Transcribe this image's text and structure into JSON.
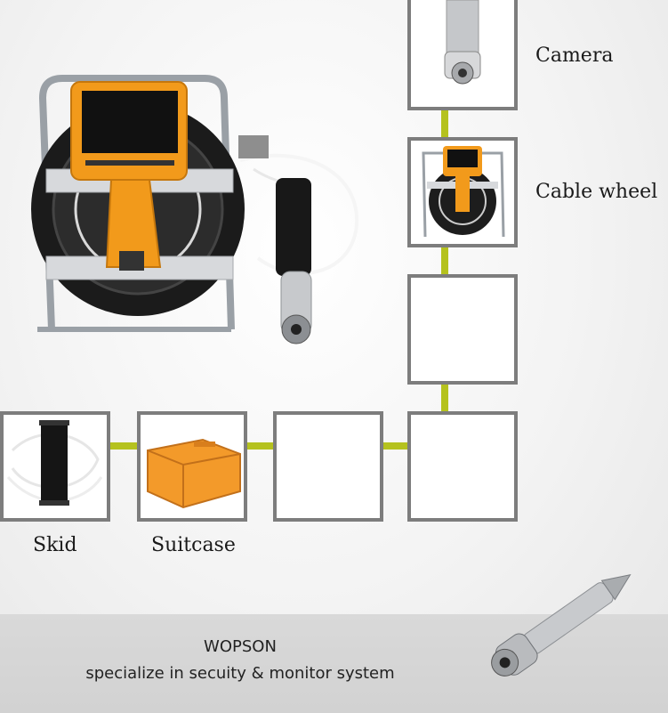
{
  "labels": {
    "camera": "Camera",
    "cable_wheel": "Cable wheel",
    "skid": "Skid",
    "suitcase": "Suitcase"
  },
  "footer": {
    "brand": "WOPSON",
    "tagline": "specialize in secuity & monitor system"
  },
  "colors": {
    "tile_border": "#7d7d7d",
    "connector": "#b5c21e",
    "device_orange": "#f29a1b",
    "suitcase_orange": "#f39a2a",
    "footer_bg": "#d5d5d5"
  },
  "icons": {
    "main_product": "pipe-inspection-reel-photo",
    "camera_head": "camera-head-photo",
    "cable_wheel": "cable-reel-photo",
    "skid": "skid-photo",
    "suitcase": "carry-case-photo",
    "footer_probe": "probe-camera-photo"
  }
}
